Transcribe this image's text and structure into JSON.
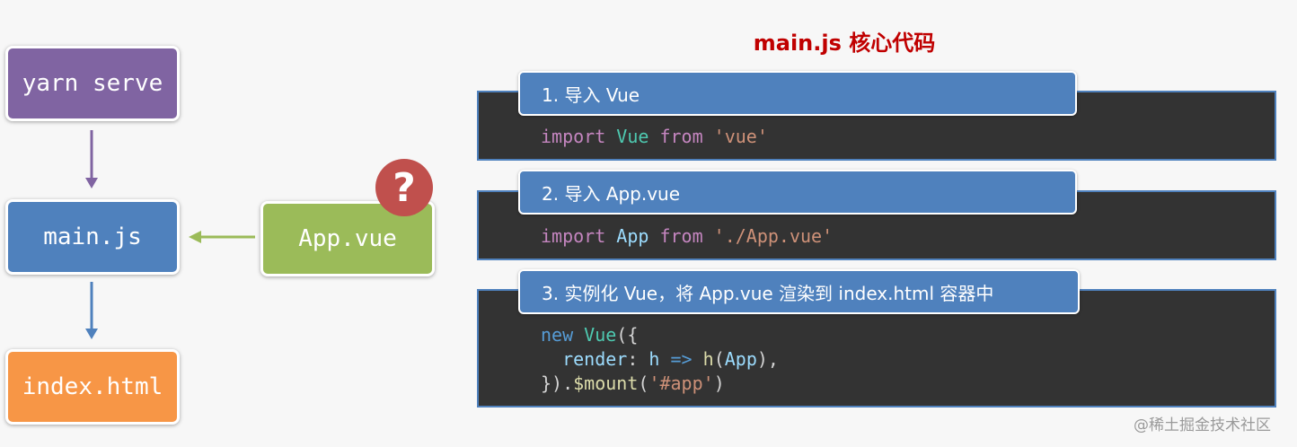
{
  "flow": {
    "yarn_label": "yarn serve",
    "main_label": "main.js",
    "index_label": "index.html",
    "app_label": "App.vue",
    "question_mark": "?"
  },
  "colors": {
    "yarn_box": "#8064a2",
    "main_box": "#4f81bd",
    "index_box": "#f79646",
    "app_box": "#9bbb59",
    "question_badge": "#c0504d",
    "title": "#c00000",
    "code_bg": "#333333"
  },
  "title": "main.js 核心代码",
  "steps": [
    {
      "label": "1. 导入 Vue",
      "code_tokens": [
        [
          "import",
          "kw"
        ],
        [
          " Vue",
          "cls"
        ],
        [
          " from",
          "kw"
        ],
        [
          " 'vue'",
          "str"
        ]
      ]
    },
    {
      "label": "2. 导入 App.vue",
      "code_tokens": [
        [
          "import",
          "kw"
        ],
        [
          " App",
          "id"
        ],
        [
          " from",
          "kw"
        ],
        [
          " './App.vue'",
          "str"
        ]
      ]
    },
    {
      "label": "3. 实例化 Vue，将 App.vue 渲染到 index.html 容器中",
      "code_lines": [
        [
          [
            "new",
            "blue"
          ],
          [
            " Vue",
            "cls"
          ],
          [
            "({",
            "plain"
          ]
        ],
        [
          [
            "  render",
            "id"
          ],
          [
            ":",
            "plain"
          ],
          [
            " h",
            "id"
          ],
          [
            " =>",
            "blue"
          ],
          [
            " h",
            "fn"
          ],
          [
            "(",
            "plain"
          ],
          [
            "App",
            "id"
          ],
          [
            "),",
            "plain"
          ]
        ],
        [
          [
            "})",
            "plain"
          ],
          [
            ".",
            "plain"
          ],
          [
            "$mount",
            "fn"
          ],
          [
            "(",
            "plain"
          ],
          [
            "'#app'",
            "str"
          ],
          [
            ")",
            "plain"
          ]
        ]
      ]
    }
  ],
  "watermark": "@稀土掘金技术社区"
}
